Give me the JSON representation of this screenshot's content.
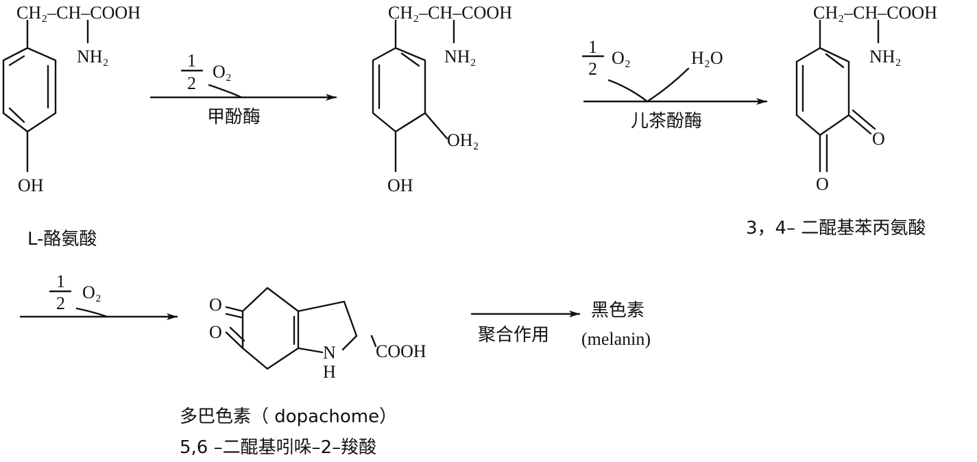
{
  "compounds": {
    "tyrosine": {
      "name": "L-酪氨酸",
      "chain": "CH₂–CH–COOH",
      "amine": "NH₂",
      "hydroxyl": "OH"
    },
    "dopa": {
      "chain": "CH₂–CH–COOH",
      "amine": "NH₂",
      "meta_sub": "OH₂",
      "para_sub": "OH"
    },
    "dopaquinone": {
      "name": "3，4– 二醌基苯丙氨酸",
      "chain": "CH₂–CH–COOH",
      "amine": "NH₂",
      "oxo_meta": "O",
      "oxo_para": "O"
    },
    "dopachrome": {
      "name": "多巴色素（ dopachome）",
      "systematic_name": "5,6 –二醌基吲哚–2–羧酸",
      "oxo_upper": "O",
      "oxo_lower": "O",
      "nitrogen": "N",
      "hydrogen": "H",
      "acid": "COOH"
    },
    "melanin": {
      "name_cn": "黑色素",
      "name_en": "(melanin)"
    }
  },
  "reactions": {
    "r1": {
      "frac_num": "1",
      "frac_den": "2",
      "reagent": "O₂",
      "enzyme": "甲酚酶"
    },
    "r2": {
      "frac_num": "1",
      "frac_den": "2",
      "reagent": "O₂",
      "byproduct": "H₂O",
      "enzyme": "儿茶酚酶"
    },
    "r3": {
      "frac_num": "1",
      "frac_den": "2",
      "reagent": "O₂"
    },
    "r4": {
      "process": "聚合作用"
    }
  }
}
